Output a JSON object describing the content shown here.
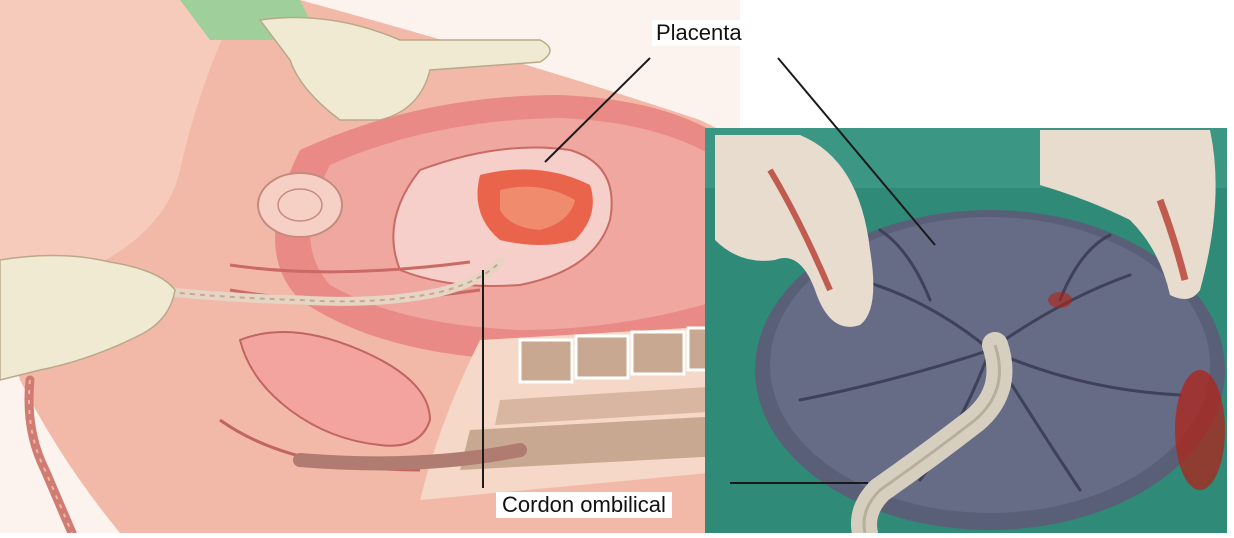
{
  "labels": {
    "placenta": "Placenta",
    "umbilical_cord": "Cordon ombilical"
  },
  "colors": {
    "skin": "#f3b9a8",
    "uterus_wall": "#e98a86",
    "placenta_tissue": "#e9644a",
    "photo_background": "#2f8a78",
    "placenta_photo": "#5a5f78",
    "glove": "#e8dccf",
    "blood": "#b02318",
    "leader_line": "#1a1a1a"
  },
  "icons": {
    "left_panel": "obstetric-anatomy-illustration",
    "right_panel": "placenta-photograph"
  }
}
